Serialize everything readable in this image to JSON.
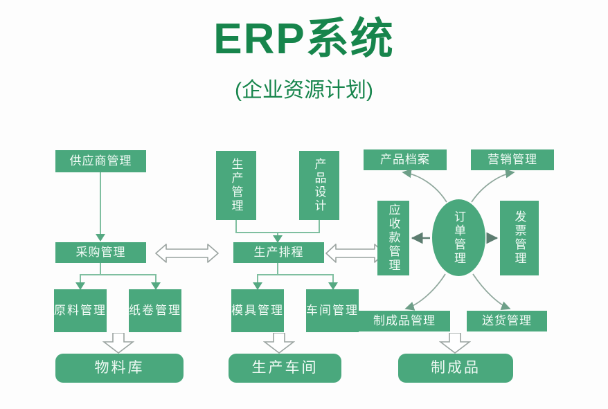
{
  "header": {
    "title": "ERP系统",
    "subtitle": "(企业资源计划)"
  },
  "colors": {
    "title_green": "#17854c",
    "box_green": "#4aa87d",
    "line_green": "#7fbfa0",
    "arrow_outline": "#9aa3a0",
    "text_on_box": "#f2fbf6",
    "background": "#fdfdfd"
  },
  "nodes": {
    "supplier_mgmt": "供应商管理",
    "purchasing_mgmt": "采购管理",
    "raw_material_mgmt": "原料管理",
    "paper_roll_mgmt": "纸卷管理",
    "material_warehouse": "物料库",
    "production_mgmt": "生产管理",
    "product_design": "产品设计",
    "production_schedule": "生产排程",
    "mold_mgmt": "模具管理",
    "workshop_mgmt": "车间管理",
    "production_workshop": "生产车间",
    "product_archive": "产品档案",
    "marketing_mgmt": "营销管理",
    "receivables_mgmt": "应收款管理",
    "order_mgmt": "订单管理",
    "invoice_mgmt": "发票管理",
    "finished_product_mgmt": "制成品管理",
    "delivery_mgmt": "送货管理",
    "finished_products": "制成品"
  },
  "icons": {
    "double_arrow": "double-headed-arrow-icon",
    "down_block_arrow": "down-block-arrow-icon",
    "curve_arrow": "curved-arrow-icon",
    "small_down_arrow": "small-down-arrow-icon"
  }
}
